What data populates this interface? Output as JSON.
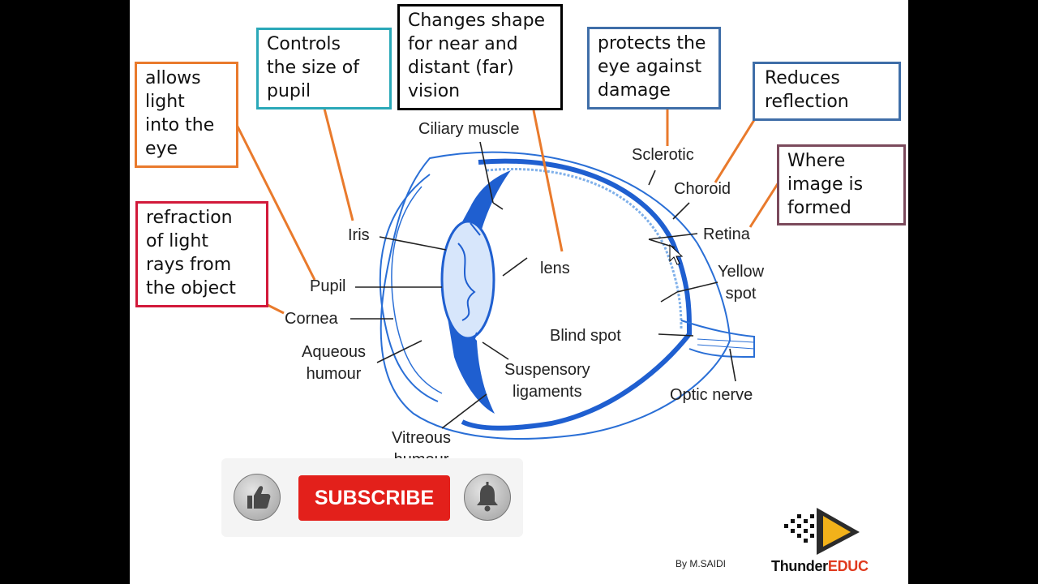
{
  "callouts": {
    "light": "allows\nlight\ninto the\neye",
    "pupil_size": "Controls\nthe size of\npupil",
    "shape": "Changes shape\nfor near and\ndistant (far)\nvision",
    "protect": "protects the\neye against\ndamage",
    "reflection": "Reduces\nreflection",
    "image": "Where\nimage is\nformed",
    "refraction": "refraction\nof light\nrays from\nthe object"
  },
  "labels": {
    "ciliary_muscle": "Ciliary muscle",
    "sclerotic": "Sclerotic",
    "choroid": "Choroid",
    "retina": "Retina",
    "yellow_spot": "Yellow\nspot",
    "iris": "Iris",
    "lens": "lens",
    "pupil": "Pupil",
    "cornea": "Cornea",
    "blind_spot": "Blind spot",
    "aqueous_humour": "Aqueous\nhumour",
    "suspensory_ligaments": "Suspensory\nligaments",
    "optic_nerve": "Optic nerve",
    "vitreous_humour": "Vitreous\nhumour"
  },
  "subscribe": {
    "label": "SUBSCRIBE"
  },
  "footer": {
    "author": "By M.SAIDI",
    "brand_main": "Thunder",
    "brand_accent": "EDUC"
  },
  "colors": {
    "eye_blue": "#1f5fd0",
    "light_blue": "#7fb0ea",
    "orange": "#e97a2c",
    "teal": "#2aa8b8",
    "black": "#000000",
    "steel_blue": "#3f6ea8",
    "mauve": "#7b4a5c",
    "crimson": "#d2193a",
    "subscribe_red": "#e3201b"
  },
  "icons": [
    "thumbs-up-icon",
    "bell-icon",
    "thunder-play-logo-icon",
    "cursor-icon"
  ]
}
